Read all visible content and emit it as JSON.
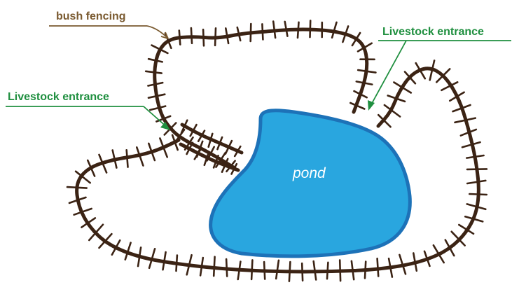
{
  "labels": {
    "fence": "bush fencing",
    "entrance_left": "Livestock entrance",
    "entrance_right": "Livestock entrance",
    "pond": "pond"
  },
  "colors": {
    "fence": "#3b2314",
    "fence_label": "#7a5a30",
    "entrance_label": "#1f8f3f",
    "pond_fill": "#29a6df",
    "pond_edge": "#1d72b8",
    "background": "#ffffff"
  }
}
